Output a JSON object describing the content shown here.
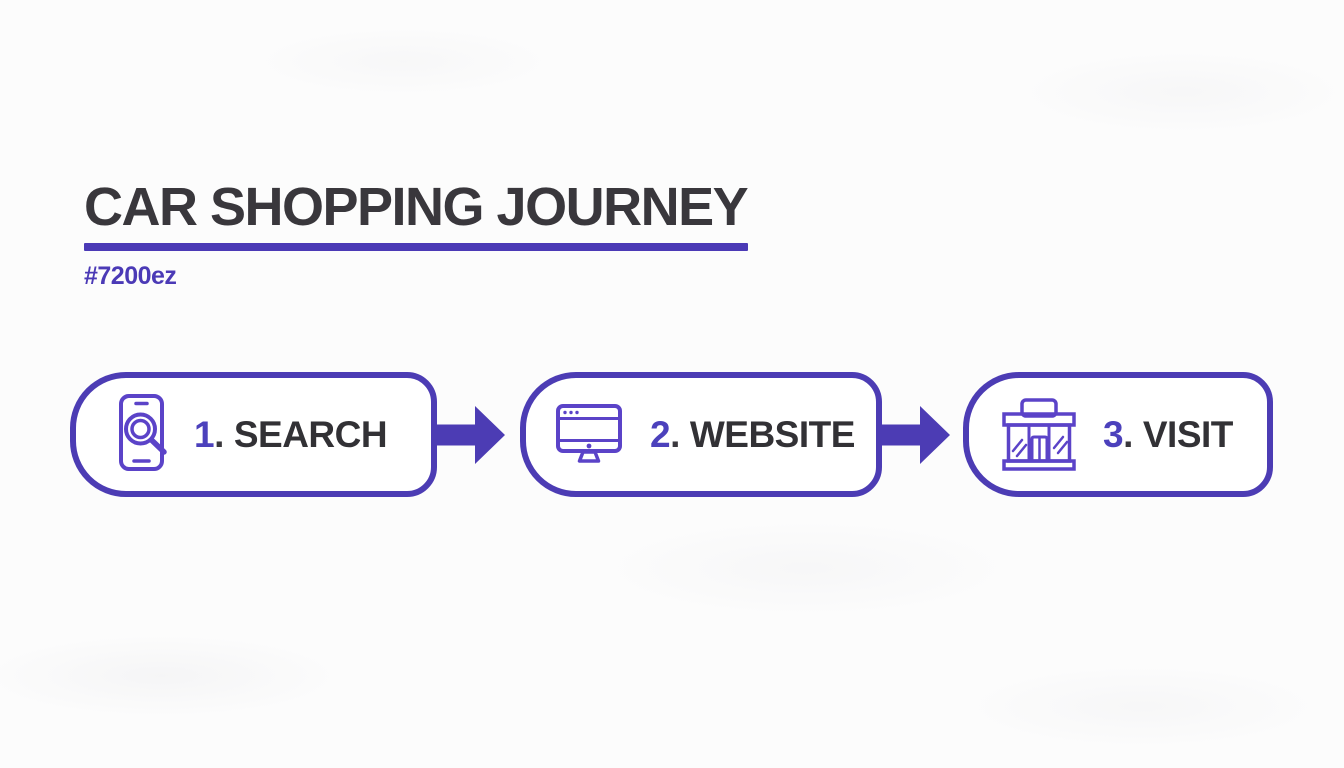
{
  "page": {
    "background": "#fcfcfc",
    "accent_purple": "#4b3ab6",
    "icon_purple": "#5b43c8",
    "text_dark": "#39373c"
  },
  "header": {
    "title": "CAR SHOPPING JOURNEY",
    "hashtag": "#7200ez"
  },
  "flow": {
    "steps": [
      {
        "number": "1",
        "dot": ".",
        "label": "SEARCH",
        "icon": "phone-search-icon"
      },
      {
        "number": "2",
        "dot": ".",
        "label": "WEBSITE",
        "icon": "computer-monitor-icon"
      },
      {
        "number": "3",
        "dot": ".",
        "label": "VISIT",
        "icon": "storefront-icon"
      }
    ]
  }
}
